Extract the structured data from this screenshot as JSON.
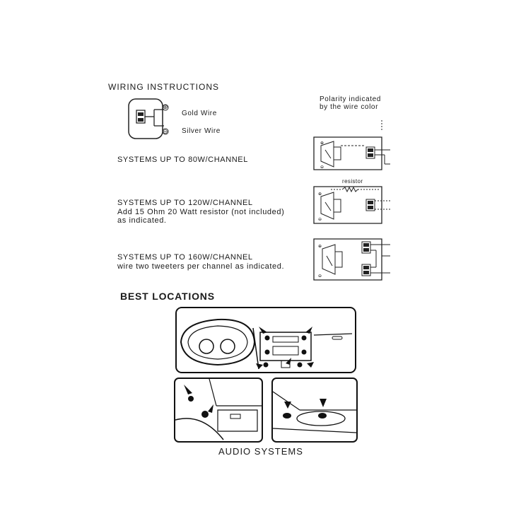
{
  "wiring": {
    "title": "WIRING INSTRUCTIONS",
    "gold_label": "Gold Wire",
    "silver_label": "Silver Wire",
    "plus_sign": "⊕",
    "minus_sign": "⊖",
    "polarity_line1": "Polarity indicated",
    "polarity_line2": "by the wire color"
  },
  "systems": [
    {
      "title": "SYSTEMS UP TO 80W/CHANNEL",
      "line1": "",
      "line2": ""
    },
    {
      "title": "SYSTEMS UP TO 120W/CHANNEL",
      "line1": "Add 15 Ohm 20 Watt resistor (not included)",
      "line2": "as indicated."
    },
    {
      "title": "SYSTEMS UP TO 160W/CHANNEL",
      "line1": "wire two tweeters per channel as indicated.",
      "line2": ""
    }
  ],
  "resistor_label": "resistor",
  "locations": {
    "title": "BEST LOCATIONS",
    "caption": "AUDIO SYSTEMS"
  }
}
